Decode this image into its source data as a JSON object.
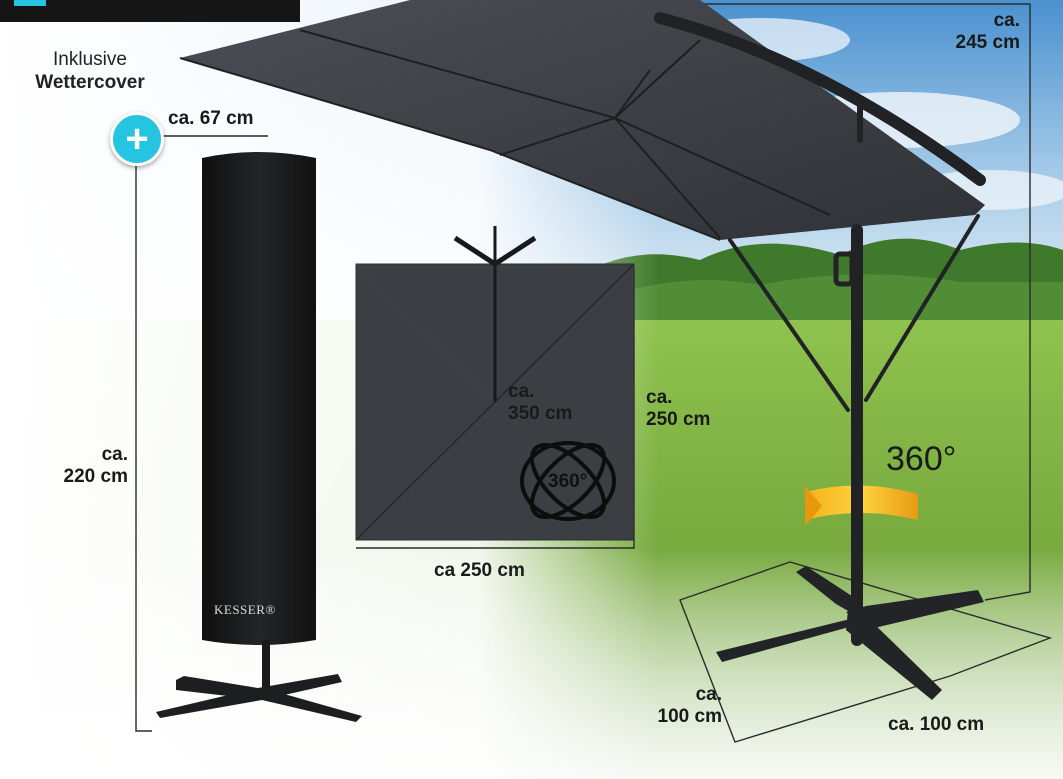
{
  "inclusive": {
    "line1": "Inklusive",
    "line2": "Wettercover"
  },
  "dims": {
    "cover_width": "ca. 67 cm",
    "cover_height_1": "ca.",
    "cover_height_2": "220 cm",
    "top_height_1": "ca.",
    "top_height_2": "245 cm",
    "diag_1": "ca.",
    "diag_2": "350 cm",
    "side_1": "ca.",
    "side_2": "250 cm",
    "bottom_width": "ca 250 cm",
    "base_depth_1": "ca.",
    "base_depth_2": "100 cm",
    "base_width": "ca. 100 cm"
  },
  "rotation": {
    "big": "360°",
    "small": "360°"
  },
  "brand": "KESSER®",
  "colors": {
    "accent": "#25c4e0",
    "canopy": "#3a3d42",
    "rotation_arrow": "#f6a91b"
  }
}
